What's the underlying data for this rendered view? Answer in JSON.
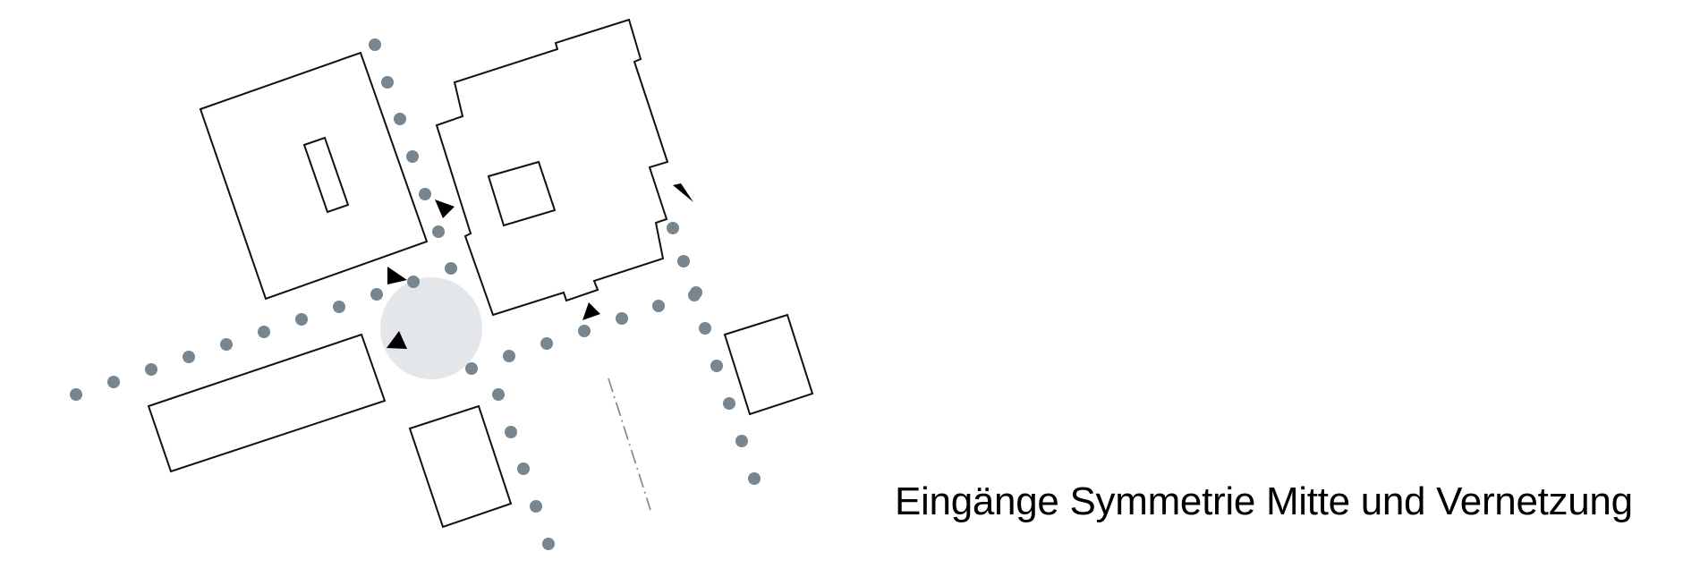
{
  "caption": "Eingänge Symmetrie Mitte und Vernetzung",
  "colors": {
    "building_outline": "#111111",
    "path_dots": "#77868f",
    "central_plaza": "#e4e7ea",
    "entrance_arrows": "#000000",
    "axis_line": "#77868f"
  },
  "legend_semantics": {
    "dots": "pedestrian-path",
    "triangles": "entrance-arrow",
    "circle": "central-plaza",
    "dash-dot-line": "symmetry-axis"
  }
}
